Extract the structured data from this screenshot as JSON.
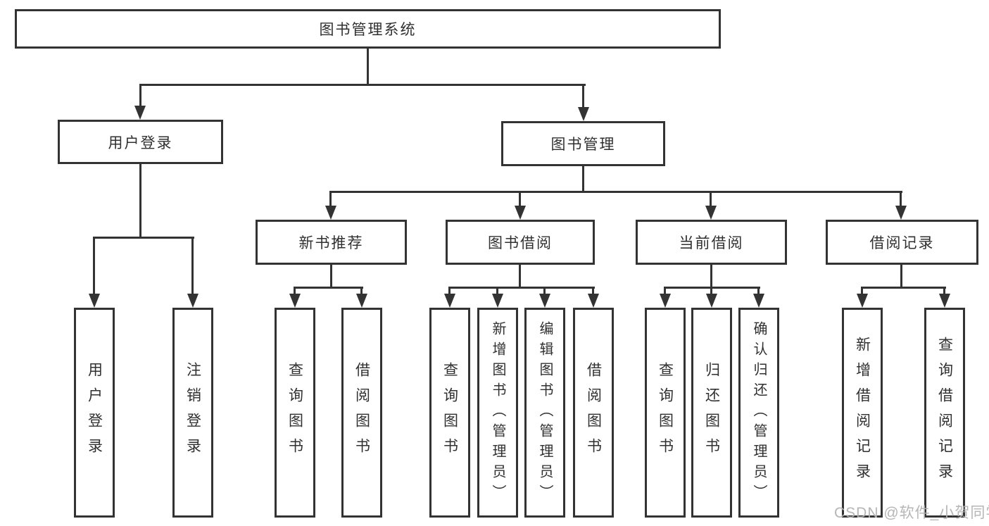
{
  "diagram": {
    "root": {
      "label": "图书管理系统"
    },
    "level2": {
      "user_login": {
        "label": "用户登录"
      },
      "book_management": {
        "label": "图书管理"
      }
    },
    "level3": {
      "new_book_recommend": {
        "label": "新书推荐"
      },
      "book_borrow": {
        "label": "图书借阅"
      },
      "current_borrow": {
        "label": "当前借阅"
      },
      "borrow_records": {
        "label": "借阅记录"
      }
    },
    "leaves": {
      "user_login": [
        {
          "label": "用户登录"
        },
        {
          "label": "注销登录"
        }
      ],
      "new_book_recommend": [
        {
          "label": "查询图书"
        },
        {
          "label": "借阅图书"
        }
      ],
      "book_borrow": [
        {
          "label": "查询图书"
        },
        {
          "label": "新增图书（管理员）"
        },
        {
          "label": "编辑图书（管理员）"
        },
        {
          "label": "借阅图书"
        }
      ],
      "current_borrow": [
        {
          "label": "查询图书"
        },
        {
          "label": "归还图书"
        },
        {
          "label": "确认归还（管理员）"
        }
      ],
      "borrow_records": [
        {
          "label": "新增借阅记录"
        },
        {
          "label": "查询借阅记录"
        }
      ]
    },
    "colors": {
      "line": "#333333",
      "box_border": "#333333",
      "text": "#303030",
      "background": "#ffffff",
      "watermark": "#b2b2b2"
    }
  },
  "watermark": {
    "text": "CSDN @软件_小贺同学"
  }
}
